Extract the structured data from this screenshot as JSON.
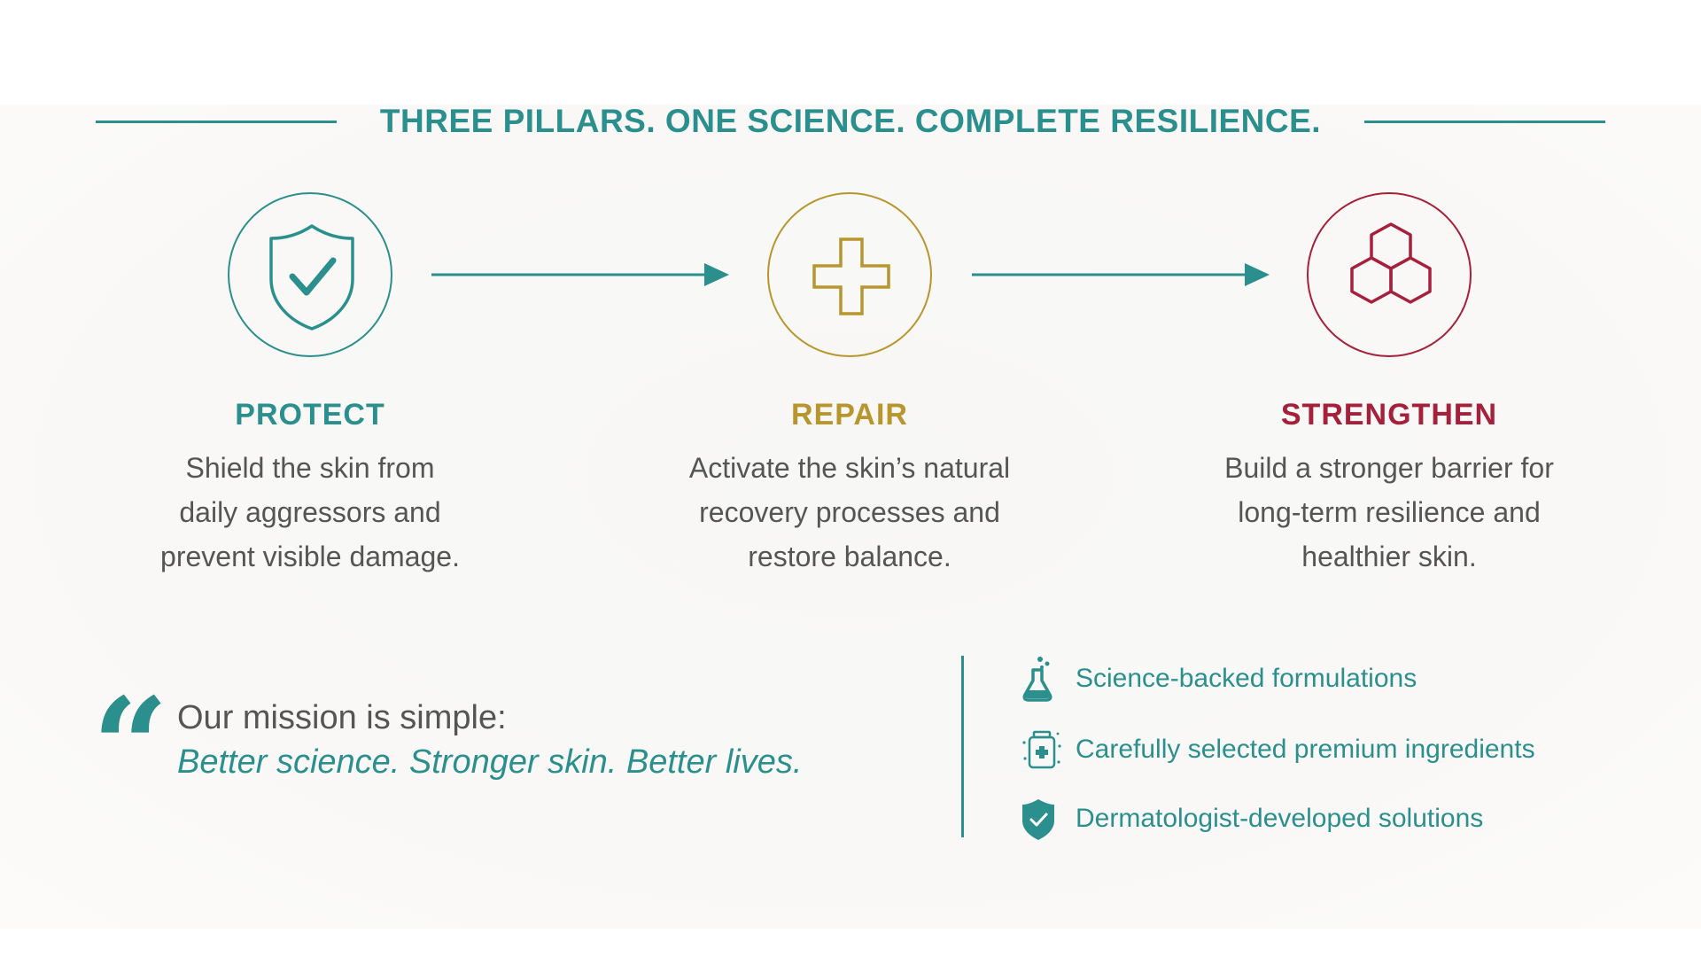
{
  "headline": "THREE PILLARS. ONE SCIENCE. COMPLETE RESILIENCE.",
  "colors": {
    "teal": "#2a8f8d",
    "gold": "#b8962e",
    "crimson": "#a5203a",
    "body_text": "#555555"
  },
  "pillars": [
    {
      "title": "PROTECT",
      "icon": "shield-check-icon",
      "color": "#2a8f8d",
      "description": [
        "Shield the skin from",
        "daily aggressors and",
        "prevent visible damage."
      ]
    },
    {
      "title": "REPAIR",
      "icon": "plus-cross-icon",
      "color": "#b8962e",
      "description": [
        "Activate the skin’s natural",
        "recovery processes and",
        "restore balance."
      ]
    },
    {
      "title": "STRENGTHEN",
      "icon": "hexagon-cluster-icon",
      "color": "#a5203a",
      "description": [
        "Build a stronger barrier for",
        "long-term resilience and",
        "healthier skin."
      ]
    }
  ],
  "mission": {
    "intro": "Our mission is simple:",
    "tagline": "Better science. Stronger skin. Better lives."
  },
  "features": [
    {
      "label": "Science-backed formulations",
      "icon": "flask-icon"
    },
    {
      "label": "Carefully selected premium ingredients",
      "icon": "ingredient-jar-icon"
    },
    {
      "label": "Dermatologist-developed solutions",
      "icon": "shield-check-icon"
    }
  ]
}
